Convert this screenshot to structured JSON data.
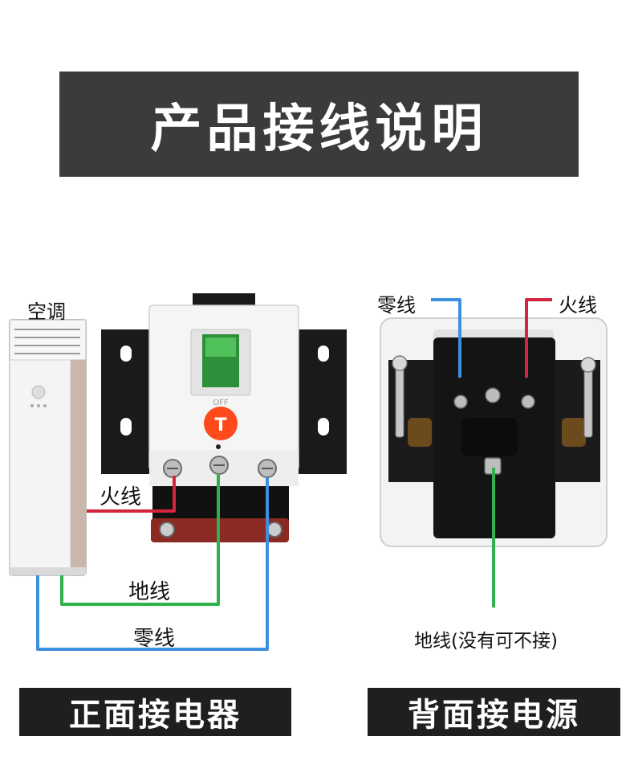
{
  "title": "产品接线说明",
  "colors": {
    "live": "#d4253c",
    "neutral": "#3d8fe0",
    "ground": "#2fb24c",
    "banner_bg": "#3b3b3b",
    "footer_bg": "#1f1f1f",
    "switch_green": "#3cb34a",
    "test_button": "#ff4a1c"
  },
  "front": {
    "appliance_label": "空调",
    "breaker_off_label": "OFF",
    "test_button_label": "T",
    "wire_live_label": "火线",
    "wire_ground_label": "地线",
    "wire_neutral_label": "零线",
    "footer": "正面接电器"
  },
  "back": {
    "wire_neutral_label": "零线",
    "wire_live_label": "火线",
    "wire_ground_label": "地线(没有可不接)",
    "footer": "背面接电源"
  }
}
